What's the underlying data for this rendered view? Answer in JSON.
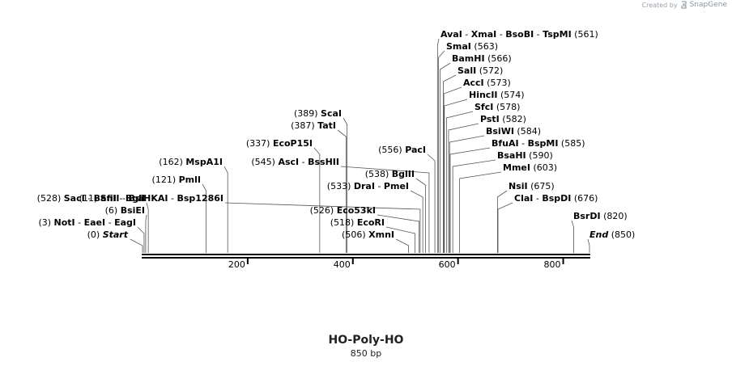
{
  "watermark": {
    "prefix": "Created by",
    "brand": "SnapGene",
    "icon": "snapgene-logo-icon"
  },
  "sequence": {
    "name": "HO-Poly-HO",
    "length_label": "850 bp",
    "length": 850
  },
  "ruler_ticks": [
    "200",
    "400",
    "600",
    "800"
  ],
  "sites": [
    {
      "names": [
        "AvaI",
        "XmaI",
        "BsoBI",
        "TspMI"
      ],
      "pos": "(561)",
      "side": "right"
    },
    {
      "names": [
        "SmaI"
      ],
      "pos": "(563)",
      "side": "right"
    },
    {
      "names": [
        "BamHI"
      ],
      "pos": "(566)",
      "side": "right"
    },
    {
      "names": [
        "SalI"
      ],
      "pos": "(572)",
      "side": "right"
    },
    {
      "names": [
        "AccI"
      ],
      "pos": "(573)",
      "side": "right"
    },
    {
      "names": [
        "HincII"
      ],
      "pos": "(574)",
      "side": "right"
    },
    {
      "names": [
        "SfcI"
      ],
      "pos": "(578)",
      "side": "right"
    },
    {
      "names": [
        "PstI"
      ],
      "pos": "(582)",
      "side": "right"
    },
    {
      "names": [
        "BsiWI"
      ],
      "pos": "(584)",
      "side": "right"
    },
    {
      "names": [
        "BfuAI",
        "BspMI"
      ],
      "pos": "(585)",
      "side": "right"
    },
    {
      "names": [
        "BsaHI"
      ],
      "pos": "(590)",
      "side": "right"
    },
    {
      "names": [
        "MmeI"
      ],
      "pos": "(603)",
      "side": "right"
    },
    {
      "names": [
        "NsiI"
      ],
      "pos": "(675)",
      "side": "right"
    },
    {
      "names": [
        "ClaI",
        "BspDI"
      ],
      "pos": "(676)",
      "side": "right"
    },
    {
      "names": [
        "BsrDI"
      ],
      "pos": "(820)",
      "side": "right"
    },
    {
      "names": [
        "End"
      ],
      "pos": "(850)",
      "side": "right",
      "italic": true
    },
    {
      "names": [
        "ScaI"
      ],
      "pos": "(389)",
      "side": "left"
    },
    {
      "names": [
        "TatI"
      ],
      "pos": "(387)",
      "side": "left"
    },
    {
      "names": [
        "EcoP15I"
      ],
      "pos": "(337)",
      "side": "left"
    },
    {
      "names": [
        "PacI"
      ],
      "pos": "(556)",
      "side": "left"
    },
    {
      "names": [
        "AscI",
        "BssHII"
      ],
      "pos": "(545)",
      "side": "left"
    },
    {
      "names": [
        "BglII"
      ],
      "pos": "(538)",
      "side": "left"
    },
    {
      "names": [
        "DraI",
        "PmeI"
      ],
      "pos": "(533)",
      "side": "left"
    },
    {
      "names": [
        "SacI",
        "BanII",
        "BsiHKAI",
        "Bsp1286I"
      ],
      "pos": "(528)",
      "side": "left"
    },
    {
      "names": [
        "Eco53kI"
      ],
      "pos": "(526)",
      "side": "left"
    },
    {
      "names": [
        "EcoRI"
      ],
      "pos": "(518)",
      "side": "left"
    },
    {
      "names": [
        "XmnI"
      ],
      "pos": "(506)",
      "side": "left"
    },
    {
      "names": [
        "MspA1I"
      ],
      "pos": "(162)",
      "side": "left"
    },
    {
      "names": [
        "PmlI"
      ],
      "pos": "(121)",
      "side": "left"
    },
    {
      "names": [
        "SfiI",
        "BglI"
      ],
      "pos": "(11)",
      "side": "left"
    },
    {
      "names": [
        "BsiEI"
      ],
      "pos": "(6)",
      "side": "left"
    },
    {
      "names": [
        "NotI",
        "EaeI",
        "EagI"
      ],
      "pos": "(3)",
      "side": "left"
    },
    {
      "names": [
        "Start"
      ],
      "pos": "(0)",
      "side": "left",
      "italic": true
    }
  ]
}
